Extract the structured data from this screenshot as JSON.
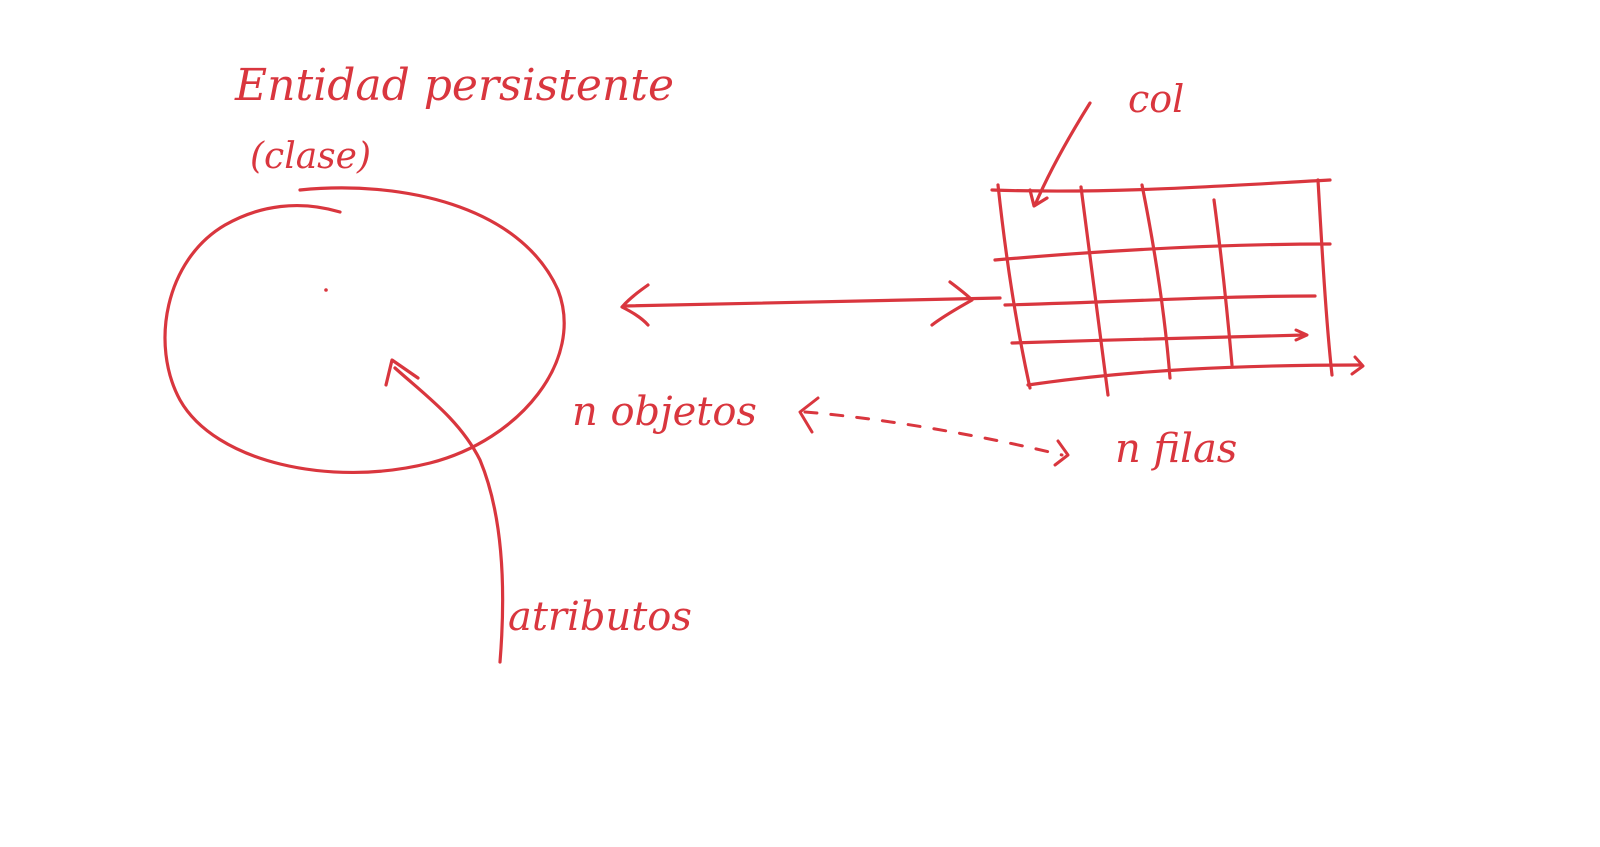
{
  "ink_color": "#d9363e",
  "labels": {
    "entity_title": "Entidad persistente",
    "entity_subtitle": "(clase)",
    "column": "col",
    "objects": "n objetos",
    "rows": "n filas",
    "attributes": "atributos"
  }
}
